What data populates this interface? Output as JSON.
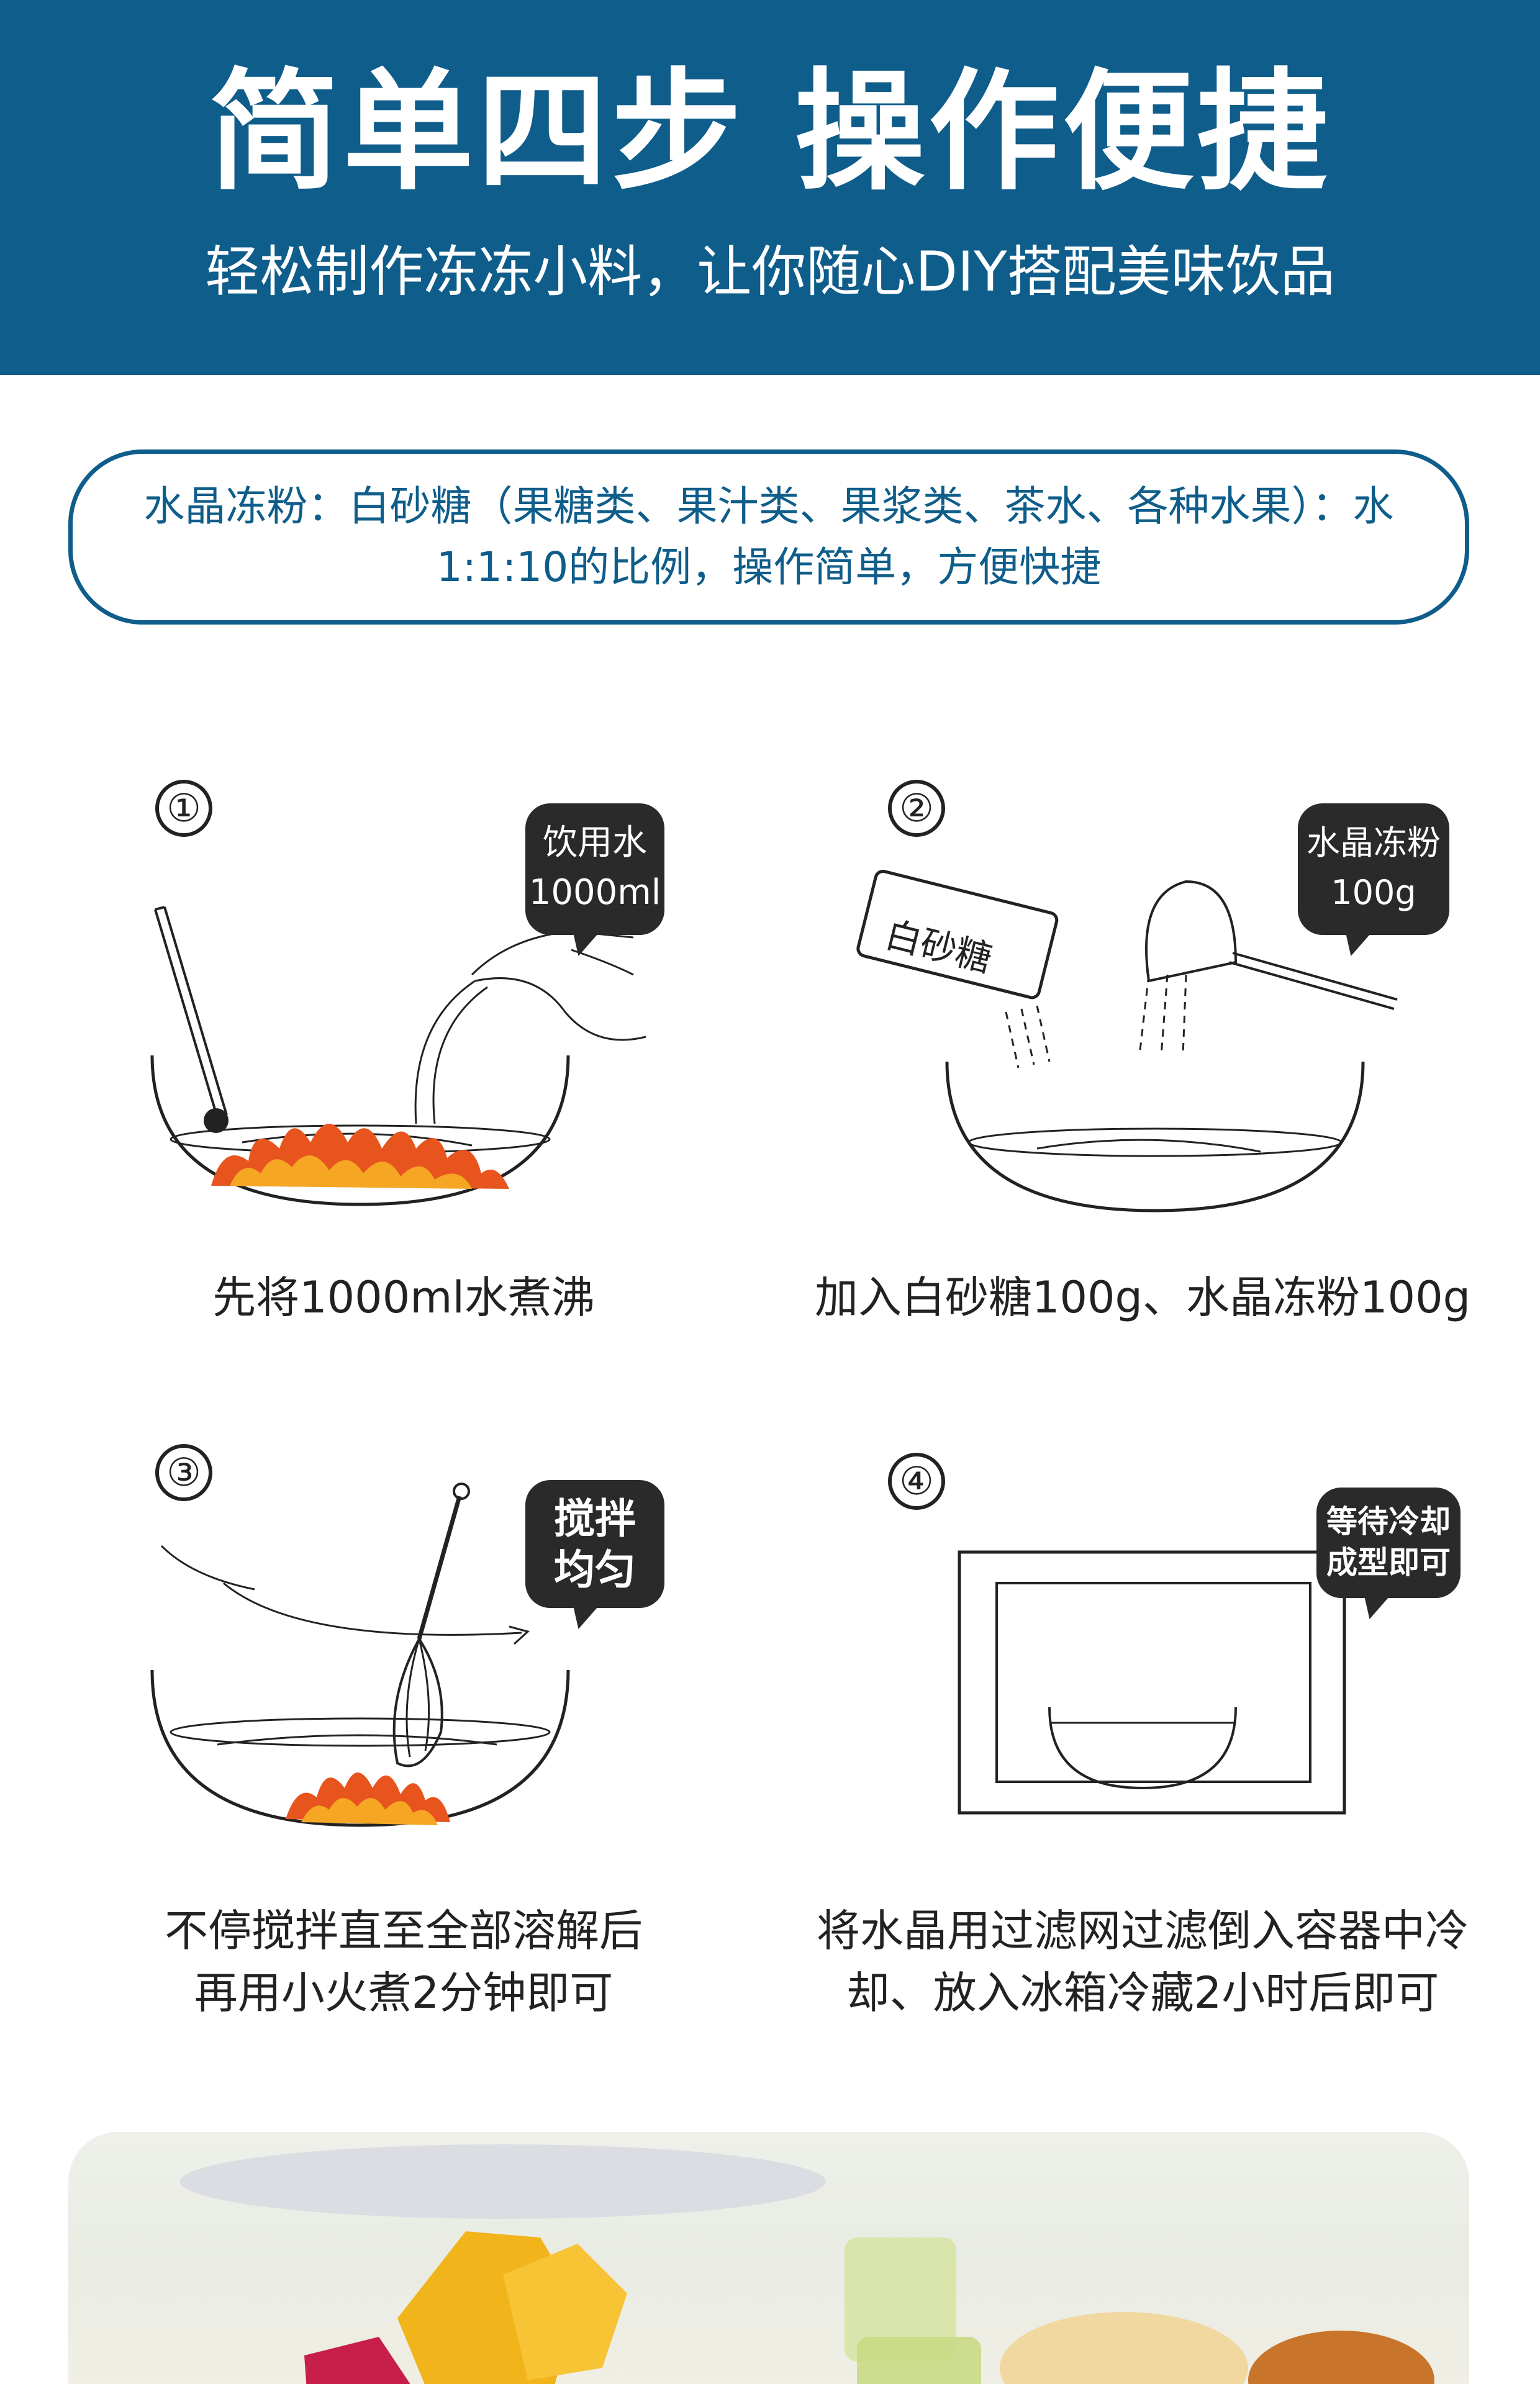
{
  "header": {
    "title": "简单四步 操作便捷",
    "subtitle": "轻松制作冻冻小料，让你随心DIY搭配美味饮品",
    "bg_color": "#0f5d8a"
  },
  "info": {
    "line1": "水晶冻粉：白砂糖（果糖类、果汁类、果浆类、茶水、各种水果）：水",
    "line2": "1:1:10的比例，操作简单，方便快捷"
  },
  "steps": [
    {
      "number": "①",
      "bubble_line1": "饮用水",
      "bubble_line2": "1000ml",
      "caption_line1": "先将1000ml水煮沸",
      "caption_line2": ""
    },
    {
      "number": "②",
      "bubble_line1": "水晶冻粉",
      "bubble_line2": "100g",
      "packet_label": "白砂糖",
      "caption_line1": "加入白砂糖100g、水晶冻粉100g",
      "caption_line2": ""
    },
    {
      "number": "③",
      "bubble_line1": "搅拌",
      "bubble_line2": "均匀",
      "caption_line1": "不停搅拌直至全部溶解后",
      "caption_line2": "再用小火煮2分钟即可"
    },
    {
      "number": "④",
      "bubble_line1": "等待冷却",
      "bubble_line2": "成型即可",
      "caption_line1": "将水晶用过滤网过滤倒入容器中冷",
      "caption_line2": "却、放入冰箱冷藏2小时后即可"
    }
  ]
}
